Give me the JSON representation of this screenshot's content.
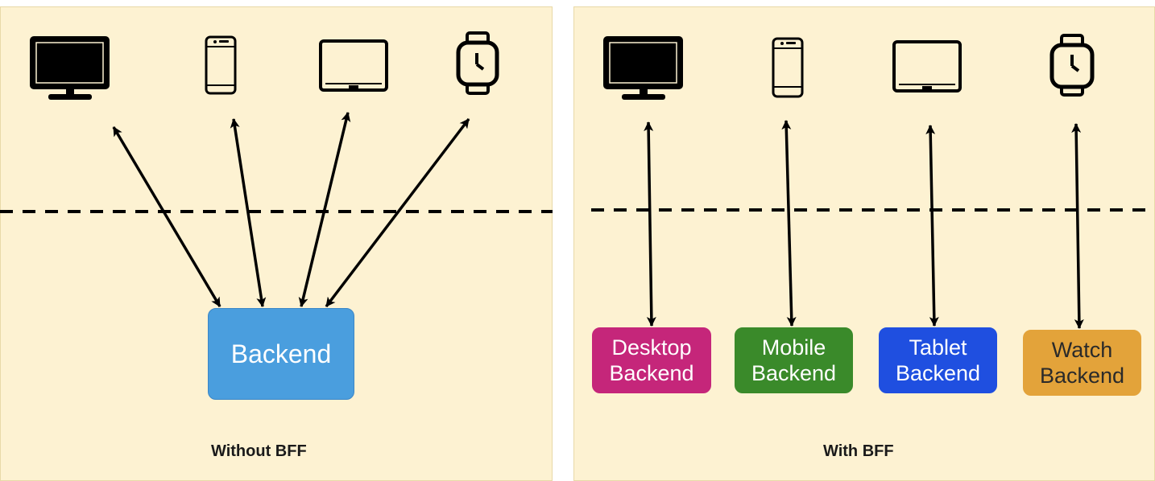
{
  "left": {
    "caption": "Without BFF",
    "backend_label": "Backend",
    "backend_color": "#4a9ede"
  },
  "right": {
    "caption": "With BFF",
    "backends": [
      {
        "line1": "Desktop",
        "line2": "Backend",
        "color": "#c5267a"
      },
      {
        "line1": "Mobile",
        "line2": "Backend",
        "color": "#3a8a2a"
      },
      {
        "line1": "Tablet",
        "line2": "Backend",
        "color": "#1f4fe0"
      },
      {
        "line1": "Watch",
        "line2": "Backend",
        "color": "#e3a33a"
      }
    ]
  },
  "devices": [
    "desktop-icon",
    "mobile-phone-icon",
    "tablet-icon",
    "smartwatch-icon"
  ],
  "colors": {
    "background": "#fdf2d2",
    "line": "#000000"
  }
}
